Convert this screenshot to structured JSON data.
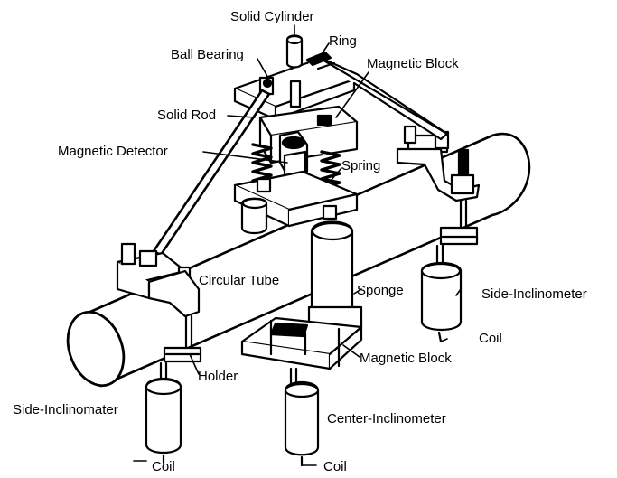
{
  "labels": {
    "solid_cylinder": "Solid Cylinder",
    "ring": "Ring",
    "ball_bearing": "Ball Bearing",
    "magnetic_block_top": "Magnetic Block",
    "solid_rod": "Solid Rod",
    "magnetic_detector": "Magnetic Detector",
    "spring": "Spring",
    "circular_tube": "Circular Tube",
    "sponge": "Sponge",
    "side_inclinometer_right": "Side-Inclinometer",
    "coil_right": "Coil",
    "magnetic_block_bottom": "Magnetic Block",
    "holder": "Holder",
    "side_inclinometer_left": "Side-Inclinomater",
    "center_inclinometer": "Center-Inclinometer",
    "coil_left": "Coil",
    "coil_center": "Coil"
  },
  "colors": {
    "ink": "#000000",
    "paper": "#ffffff"
  }
}
